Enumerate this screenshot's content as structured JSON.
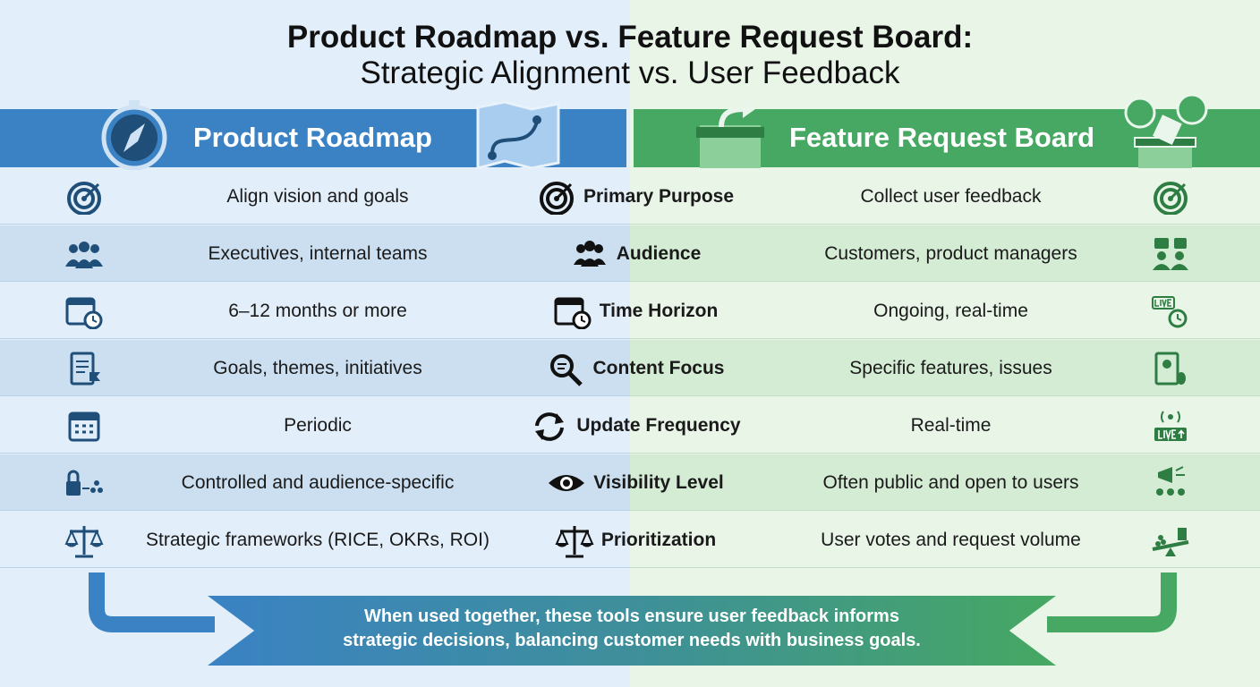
{
  "title": {
    "line1": "Product Roadmap vs. Feature Request Board:",
    "line2": "Strategic Alignment vs. User Feedback"
  },
  "left_header": {
    "label": "Product Roadmap",
    "color": "#3a82c4",
    "icons": [
      "compass-icon",
      "map-icon"
    ]
  },
  "right_header": {
    "label": "Feature Request Board",
    "color": "#46a862",
    "icons": [
      "ballot-box-icon",
      "thumbs-vote-icon"
    ]
  },
  "rows": [
    {
      "criterion": "Primary Purpose",
      "center_icon": "target-icon",
      "left": "Align vision and goals",
      "left_icon": "target-icon",
      "right": "Collect user feedback",
      "right_icon": "target-icon"
    },
    {
      "criterion": "Audience",
      "center_icon": "people-icon",
      "left": "Executives, internal teams",
      "left_icon": "team-icon",
      "right": "Customers, product managers",
      "right_icon": "chat-users-icon"
    },
    {
      "criterion": "Time Horizon",
      "center_icon": "calendar-clock-icon",
      "left": "6–12 months or more",
      "left_icon": "calendar-clock-icon",
      "right": "Ongoing, real-time",
      "right_icon": "live-clock-icon"
    },
    {
      "criterion": "Content Focus",
      "center_icon": "magnifier-icon",
      "left": "Goals, themes, initiatives",
      "left_icon": "document-flag-icon",
      "right": "Specific features, issues",
      "right_icon": "document-gear-bug-icon"
    },
    {
      "criterion": "Update Frequency",
      "center_icon": "refresh-icon",
      "left": "Periodic",
      "left_icon": "calendar-icon",
      "right": "Real-time",
      "right_icon": "live-broadcast-icon"
    },
    {
      "criterion": "Visibility Level",
      "center_icon": "eye-icon",
      "left": "Controlled and audience-specific",
      "left_icon": "lock-group-icon",
      "right": "Often public and open to users",
      "right_icon": "megaphone-crowd-icon"
    },
    {
      "criterion": "Prioritization",
      "center_icon": "scale-icon",
      "left": "Strategic frameworks (RICE, OKRs, ROI)",
      "left_icon": "scale-icon",
      "right": "User votes and request volume",
      "right_icon": "seesaw-icon"
    }
  ],
  "footer": {
    "line1": "When used together, these tools ensure user feedback informs",
    "line2": "strategic decisions, balancing customer needs with business goals."
  },
  "colors": {
    "blue": "#3a82c4",
    "green": "#46a862",
    "blue_icon": "#1f4e79",
    "green_icon": "#2e7d43"
  }
}
